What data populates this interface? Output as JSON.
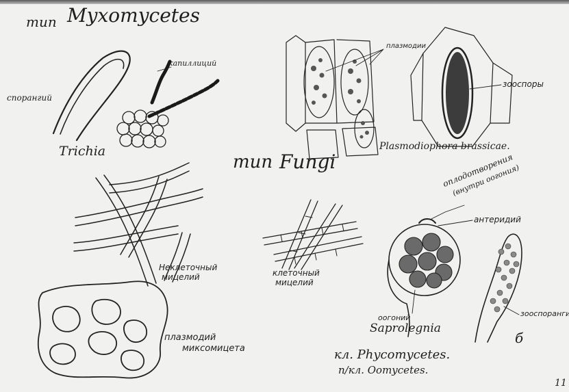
{
  "page": {
    "title_myxo_prefix": "тип",
    "title_myxo": "Myxomycetes",
    "title_fungi_prefix": "тип",
    "title_fungi": "Fungi",
    "page_number": "11"
  },
  "labels": {
    "sporangium": "спорангий",
    "capillitium": "капиллиций",
    "trichia": "Trichia",
    "plasmodia": "плазмодии",
    "zoospores": "зооспоры",
    "plasmodiophora": "Plasmodiophora brassicae.",
    "oogonium_arrow_top": "оплодотворения",
    "oogonium_arrow_bottom": "(внутри оогония)",
    "antheridium": "антеридий",
    "noncellular_mycelium_1": "Неклеточный",
    "noncellular_mycelium_2": "мицелий",
    "cellular_mycelium_1": "клеточный",
    "cellular_mycelium_2": "мицелий",
    "oogonium": "оогоний",
    "saprolegnia": "Saprolegnia",
    "zoosporangium": "зооспорангий",
    "plasmodium_1": "плазмодий",
    "plasmodium_2": "миксомицета",
    "class_phycomycetes": "кл. Phycomycetes.",
    "subclass_oomycetes": "п/кл. Oomycetes.",
    "letter_b": "б"
  }
}
